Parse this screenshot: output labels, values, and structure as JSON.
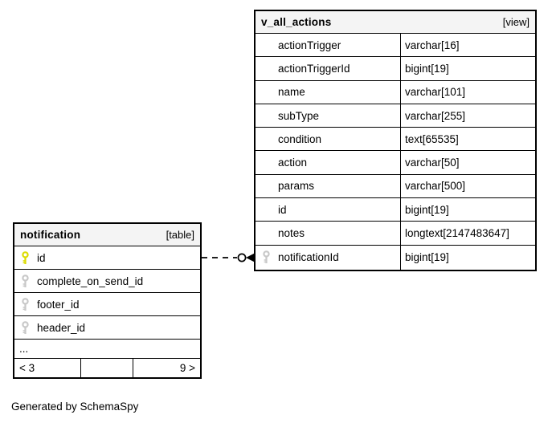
{
  "diagram": {
    "caption": "Generated by SchemaSpy",
    "relationship": {
      "from_table": "notification",
      "from_column": "id",
      "to_table": "v_all_actions",
      "to_column": "notificationId",
      "style": "dashed-circle-arrow"
    }
  },
  "tables": {
    "v_all_actions": {
      "title": "v_all_actions",
      "badge": "[view]",
      "columns": [
        {
          "name": "actionTrigger",
          "type": "varchar[16]",
          "key": "none"
        },
        {
          "name": "actionTriggerId",
          "type": "bigint[19]",
          "key": "none"
        },
        {
          "name": "name",
          "type": "varchar[101]",
          "key": "none"
        },
        {
          "name": "subType",
          "type": "varchar[255]",
          "key": "none"
        },
        {
          "name": "condition",
          "type": "text[65535]",
          "key": "none"
        },
        {
          "name": "action",
          "type": "varchar[50]",
          "key": "none"
        },
        {
          "name": "params",
          "type": "varchar[500]",
          "key": "none"
        },
        {
          "name": "id",
          "type": "bigint[19]",
          "key": "none"
        },
        {
          "name": "notes",
          "type": "longtext[2147483647]",
          "key": "none"
        },
        {
          "name": "notificationId",
          "type": "bigint[19]",
          "key": "foreign-key-icon"
        }
      ]
    },
    "notification": {
      "title": "notification",
      "badge": "[table]",
      "columns": [
        {
          "name": "id",
          "key": "primary-key-icon"
        },
        {
          "name": "complete_on_send_id",
          "key": "foreign-key-icon"
        },
        {
          "name": "footer_id",
          "key": "foreign-key-icon"
        },
        {
          "name": "header_id",
          "key": "foreign-key-icon"
        }
      ],
      "ellipsis": "...",
      "pager": {
        "left": "< 3",
        "middle": "",
        "right": "9 >"
      }
    }
  },
  "colors": {
    "primary_key": "#dcdc00",
    "foreign_key": "#c8c8c8",
    "header_bg": "#f4f4f4",
    "border": "#000000",
    "background": "#ffffff"
  }
}
